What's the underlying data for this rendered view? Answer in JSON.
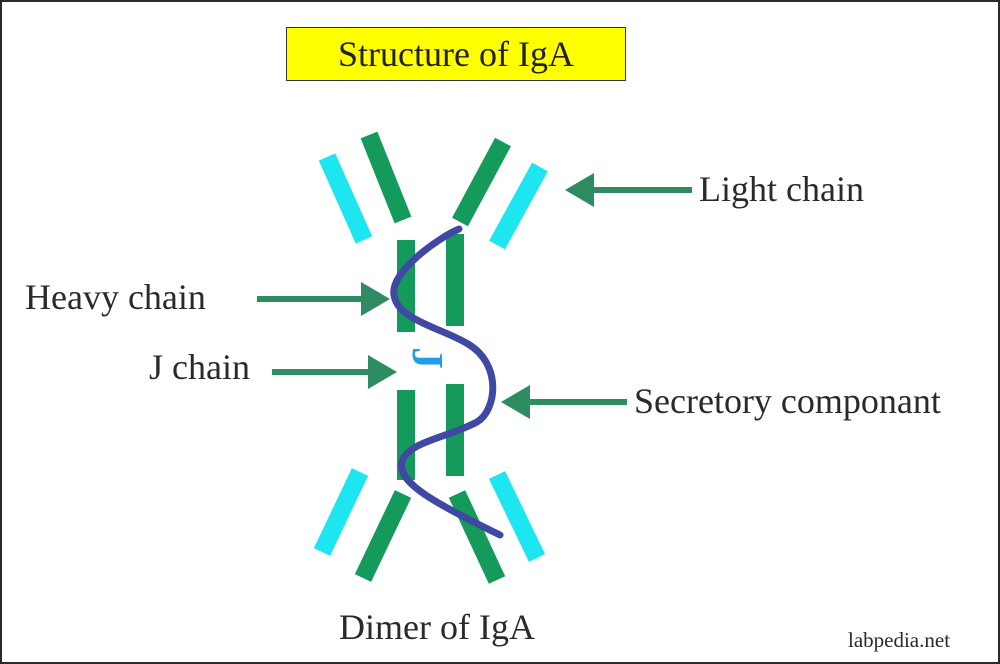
{
  "title": "Structure of IgA",
  "labels": {
    "light_chain": "Light chain",
    "heavy_chain": "Heavy chain",
    "j_chain": "J chain",
    "secretory_component": "Secretory componant",
    "caption": "Dimer of IgA",
    "j_mark": "J",
    "watermark": "labpedia.net"
  },
  "colors": {
    "title_background": "#ffff00",
    "heavy_chain": "#149a5a",
    "light_chain": "#1ee6f0",
    "secretory_component": "#3f49a3",
    "j_mark": "#1e9ee8",
    "arrow": "#2e8b62",
    "text": "#2a2a2a"
  }
}
